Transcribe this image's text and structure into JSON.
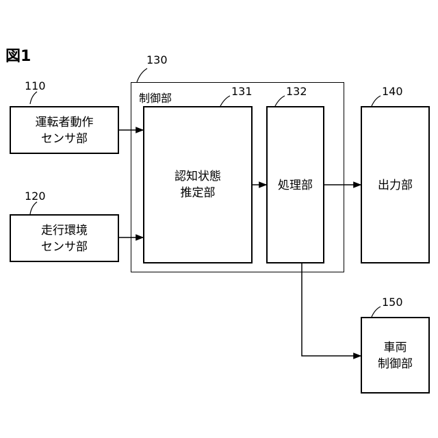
{
  "figure_title": "図1",
  "control_unit": {
    "ref": "130",
    "label": "制御部"
  },
  "blocks": {
    "driver_sensor": {
      "ref": "110",
      "line1": "運転者動作",
      "line2": "センサ部"
    },
    "env_sensor": {
      "ref": "120",
      "line1": "走行環境",
      "line2": "センサ部"
    },
    "cognitive": {
      "ref": "131",
      "line1": "認知状態",
      "line2": "推定部"
    },
    "processing": {
      "ref": "132",
      "line1": "処理部"
    },
    "output": {
      "ref": "140",
      "line1": "出力部"
    },
    "vehicle_control": {
      "ref": "150",
      "line1": "車両",
      "line2": "制御部"
    }
  }
}
